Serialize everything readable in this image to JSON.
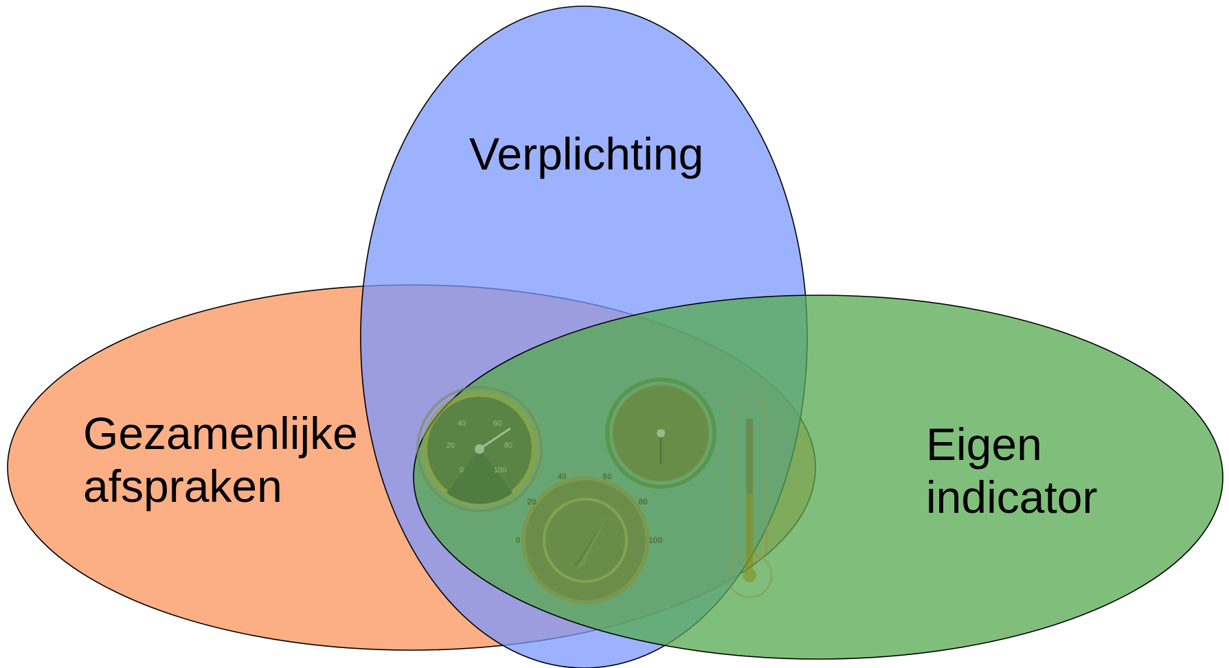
{
  "diagram": {
    "sets": {
      "verplichting": {
        "label": "Verplichting",
        "color": "#8aa6ff"
      },
      "gezamenlijke_afspraken": {
        "label_line1": "Gezamenlijke",
        "label_line2": "afspraken",
        "color": "#fca16e"
      },
      "eigen_indicator": {
        "label_line1": "Eigen",
        "label_line2": "indicator",
        "color": "#6db96a"
      }
    },
    "center_graphic": {
      "description_icon": "gauges-icon",
      "gauge_1_ticks": [
        "0",
        "20",
        "40",
        "60",
        "80",
        "100"
      ],
      "gauge_2_ticks": [
        "0",
        "20",
        "40",
        "60",
        "80",
        "100"
      ],
      "gauge_1_pointer": 75,
      "gauge_2_pointer": 72,
      "thermometer_level": 0.45
    },
    "outline_color": "#000000"
  }
}
